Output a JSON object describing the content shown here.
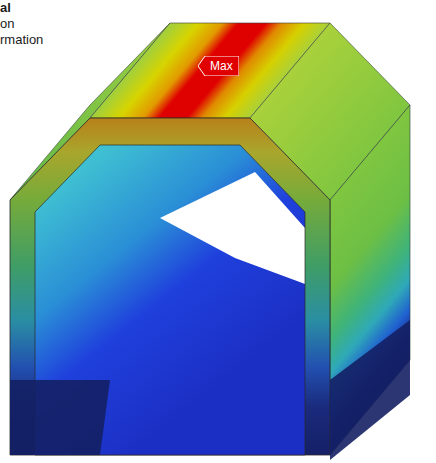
{
  "diagram": {
    "nodes": [
      {
        "text": [
          "Max"
        ]
      }
    ],
    "labels": [
      "al",
      "on",
      "rmation"
    ]
  }
}
